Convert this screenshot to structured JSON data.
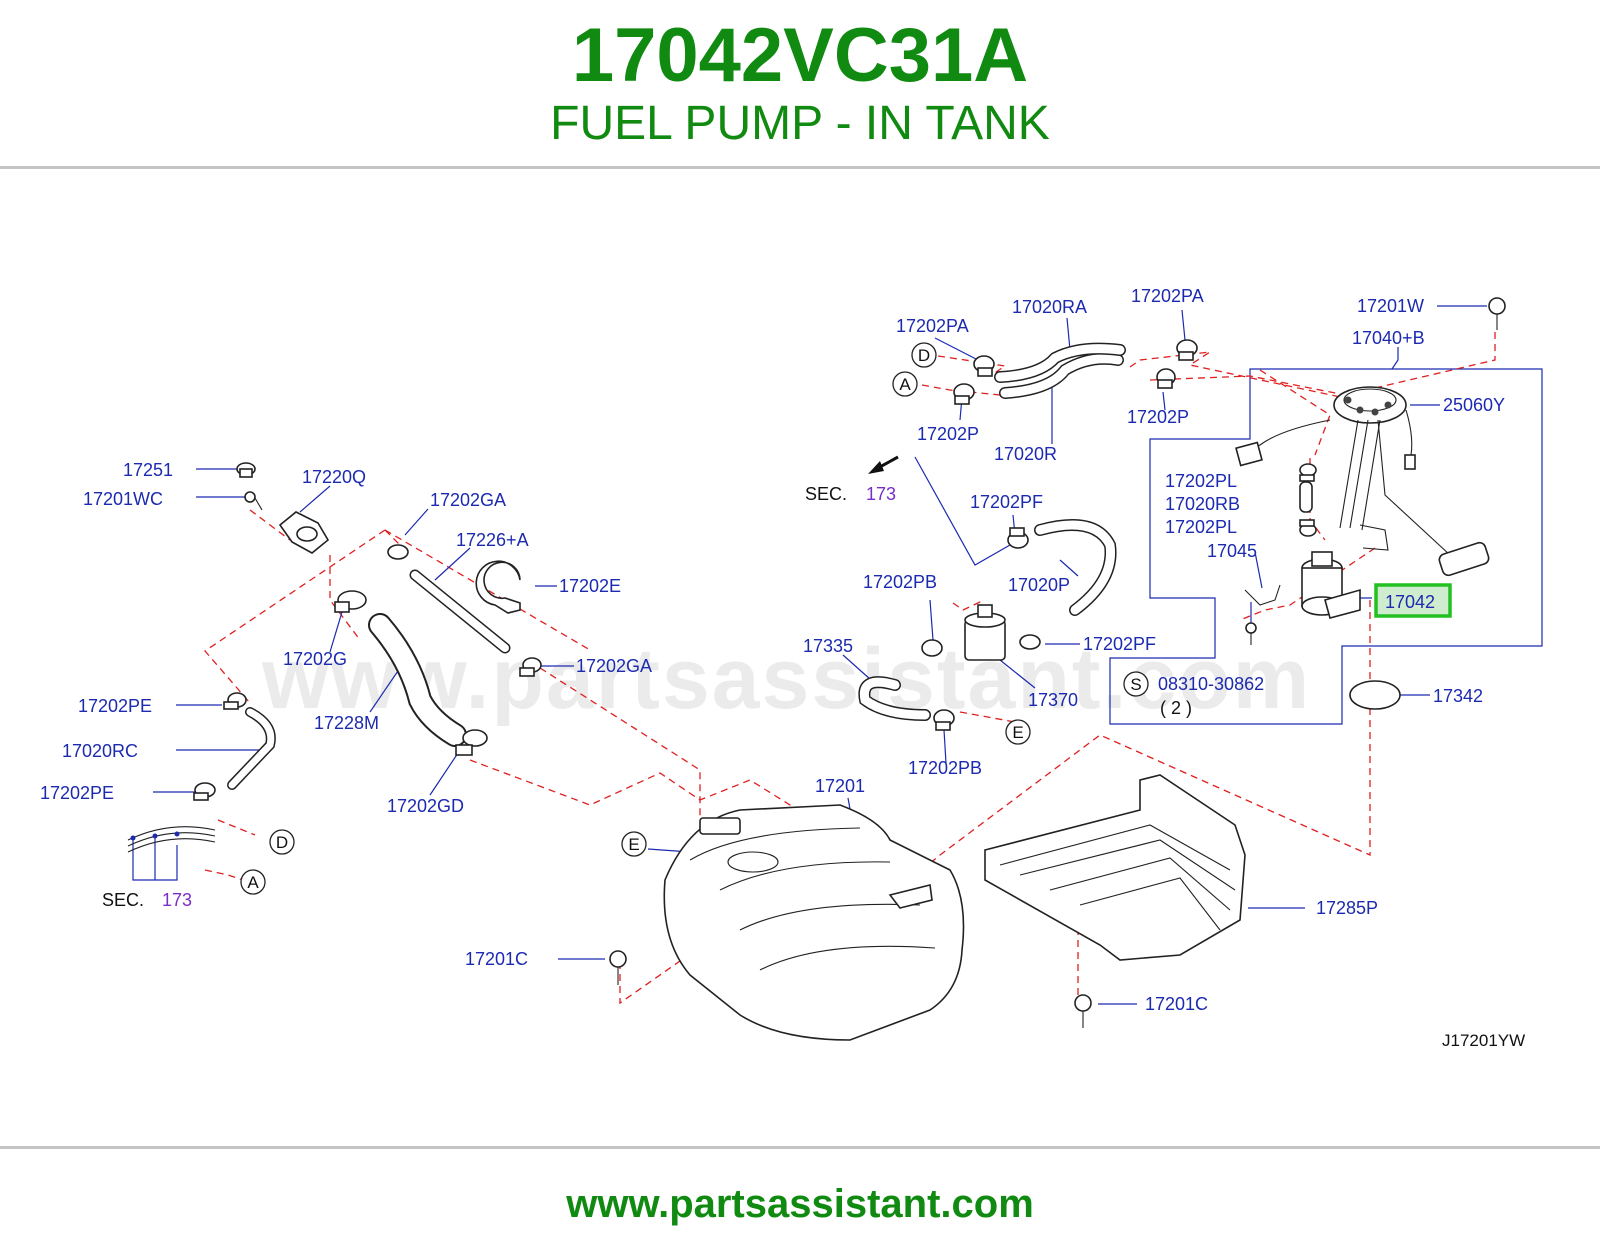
{
  "header": {
    "part_number": "17042VC31A",
    "description": "FUEL PUMP - IN TANK"
  },
  "watermark": "www.partsassistant.com",
  "footer": {
    "url": "www.partsassistant.com"
  },
  "diagram": {
    "figure_code": "J17201YW",
    "highlighted_part": "17042",
    "highlight_color": "#22c020",
    "label_color": "#1c2ab0",
    "leader_color": "#1c2ab0",
    "dash_color": "#e02020",
    "callout_letters": {
      "a_left": "A",
      "d_left": "D",
      "a_top": "A",
      "d_top": "D",
      "e_left": "E",
      "e_right": "E",
      "s": "S"
    },
    "section_refs": {
      "sec_word": "SEC.",
      "sec_num": "173"
    },
    "labels": {
      "p17251": "17251",
      "p17201WC": "17201WC",
      "p17220Q": "17220Q",
      "p17202GA_top": "17202GA",
      "p17226A": "17226+A",
      "p17202E": "17202E",
      "p17202G": "17202G",
      "p17202GA_mid": "17202GA",
      "p17228M": "17228M",
      "p17202GD": "17202GD",
      "p17202PE_top": "17202PE",
      "p17020RC": "17020RC",
      "p17202PE_bot": "17202PE",
      "p17202PA_left": "17202PA",
      "p17020RA": "17020RA",
      "p17202PA_right": "17202PA",
      "p17202P_left": "17202P",
      "p17020R": "17020R",
      "p17202P_right": "17202P",
      "p17202PF_top": "17202PF",
      "p17020P": "17020P",
      "p17202PB_top": "17202PB",
      "p17335": "17335",
      "p17202PF_bot": "17202PF",
      "p17370": "17370",
      "p17202PB_bot": "17202PB",
      "p17201": "17201",
      "p17201C_left": "17201C",
      "p17285P": "17285P",
      "p17201C_right": "17201C",
      "p17201W": "17201W",
      "p17040B": "17040+B",
      "p25060Y": "25060Y",
      "p17202PL_top": "17202PL",
      "p17020RB": "17020RB",
      "p17202PL_bot": "17202PL",
      "p17045": "17045",
      "p17042": "17042",
      "p08310": "08310-30862",
      "qty": "( 2 )",
      "p17342": "17342"
    }
  }
}
